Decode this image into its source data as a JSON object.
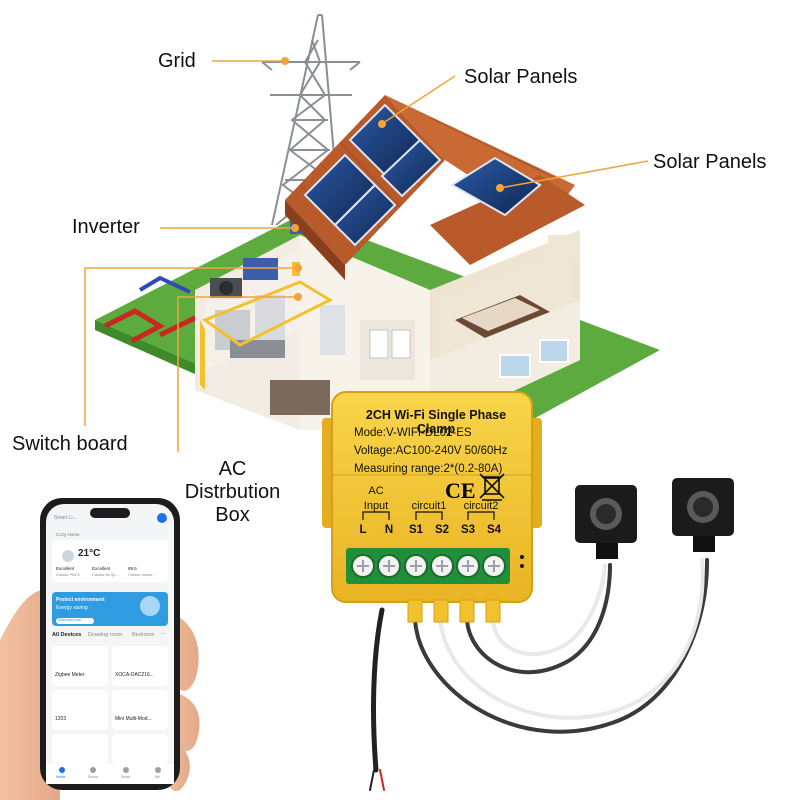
{
  "callouts": {
    "grid": "Grid",
    "solar_panels_1": "Solar Panels",
    "solar_panels_2": "Solar Panels",
    "inverter": "Inverter",
    "switch_board": "Switch board",
    "ac_distribution_box": [
      "AC",
      "Distrbution",
      "Box"
    ]
  },
  "device": {
    "title": "2CH Wi-Fi Single Phase Clamp",
    "model": "Mode:V-WIFI-DL02-ES",
    "voltage": "Voltage:AC100-240V 50/60Hz",
    "range": "Measuring range:2*(0.2-80A)",
    "ce_mark": "CE",
    "ac_input": [
      "AC",
      "Input"
    ],
    "circuit1": "circuit1",
    "circuit2": "circuit2",
    "terminals": [
      "L",
      "N",
      "S1",
      "S2",
      "S3",
      "S4"
    ]
  },
  "phone": {
    "header": "Smart Li...",
    "home_label": "Cozy Home",
    "temperature": "21°C",
    "weather": [
      "Excellent",
      "Excellent",
      "89.5"
    ],
    "weather_sub": [
      "Outdoor PM2.5",
      "Outdoor Air Qu...",
      "Outdoor humidi..."
    ],
    "banner_title": "Protect environment",
    "banner_sub": "Energy saving",
    "banner_button": "Subscribe now",
    "tabs": [
      "All Devices",
      "Drawing room",
      "Bedroom",
      "..."
    ],
    "devices": [
      "Zigbee Meter",
      "XOCA-DAC216...",
      "1203",
      "Mini Multi-Mod..."
    ],
    "nav": [
      "Home",
      "Scene",
      "Smart",
      "Me"
    ],
    "colors": {
      "accent": "#1a73e8",
      "banner": "#2f9be0"
    }
  },
  "colors": {
    "device_yellow": "#f2c12e",
    "terminal_green": "#1f8f3a",
    "lawn_green": "#5dab3e",
    "roof": "#b85a2a",
    "solar_blue": "#1f3f78",
    "callout_line": "#f2a43a"
  }
}
